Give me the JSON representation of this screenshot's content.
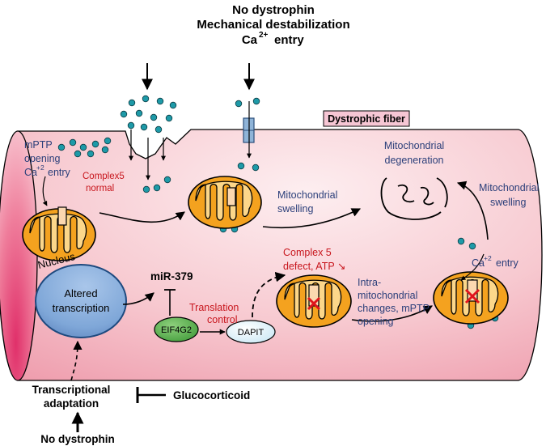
{
  "top_labels": {
    "line1": "No dystrophin",
    "line2": "Mechanical destabilization",
    "line3_base": "Ca",
    "line3_sup": "2+",
    "line3_rest": "entry"
  },
  "fiber_label": "Dystrophic fiber",
  "left_mptp": {
    "line1": "mPTP",
    "line2": "opening",
    "line3_base": "Ca",
    "line3_sup": "+2",
    "line3_rest": "entry"
  },
  "complex5_normal": {
    "line1": "Complex5",
    "line2": "normal"
  },
  "mito_swelling_mid": {
    "line1": "Mitochondrial",
    "line2": "swelling"
  },
  "mito_degeneration": {
    "line1": "Mitochondrial",
    "line2": "degeneration"
  },
  "mito_swelling_right": {
    "line1": "Mitochondrial",
    "line2": "swelling"
  },
  "ca_entry_right": {
    "base": "Ca",
    "sup": "+2",
    "rest": "entry"
  },
  "complex5_defect": {
    "line1": "Complex  5",
    "line2": "defect,  ATP",
    "arrow": "↘"
  },
  "intra_mito": {
    "line1": "Intra-",
    "line2": "mitochondrial",
    "line3": "changes, mPTP",
    "line4": "opening"
  },
  "nucleus_label": "Nucleus",
  "altered_transcription": {
    "line1": "Altered",
    "line2": "transcription"
  },
  "mir": "miR-379",
  "translation_control": {
    "line1": "Translation",
    "line2": "control"
  },
  "eif": "EIF4G2",
  "dapit": "DAPIT",
  "transcriptional_adaptation": {
    "line1": "Transcriptional",
    "line2": "adaptation"
  },
  "glucocorticoid": "Glucocorticoid",
  "bottom_label": "No dystrophin",
  "colors": {
    "fiber_light": "#fbe3e6",
    "fiber_dark": "#e0306a",
    "mito_outer": "#f4a21f",
    "mito_inner": "#fcd78a",
    "dot": "#1e9aa8",
    "nucleus": "#7eb0dd",
    "eif": "#56b04a",
    "dapit": "#e3f2fb",
    "blue_text": "#2b3f7a",
    "red_text": "#c8161d"
  }
}
